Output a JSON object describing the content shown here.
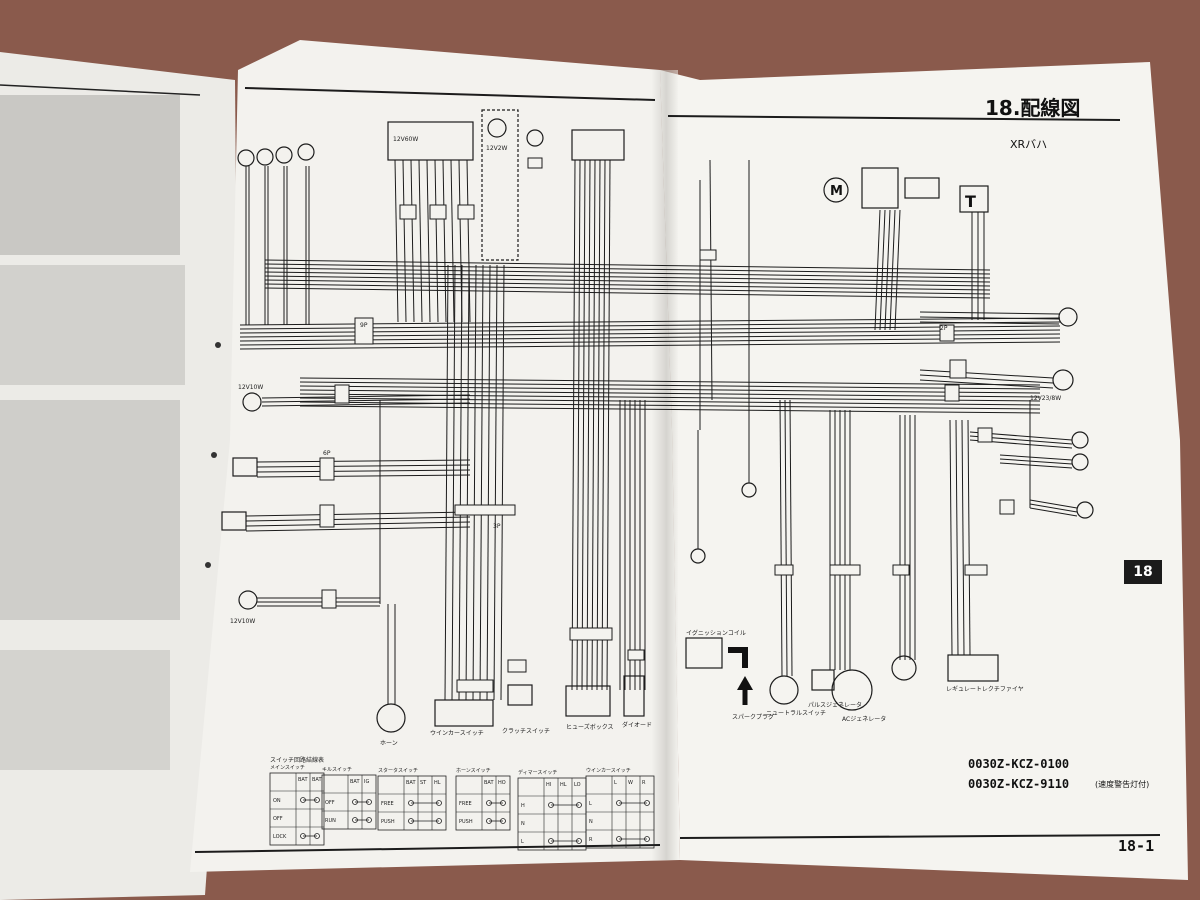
{
  "page": {
    "title": "18.配線図",
    "model": "XRバハ",
    "part_number_1": "0030Z-KCZ-0100",
    "part_number_2": "0030Z-KCZ-9110",
    "part_number_2_note": "(速度警告灯付)",
    "page_number": "18-1",
    "section_tab": "18"
  },
  "diagram": {
    "top_labels": [
      "12V60W",
      "12V2W"
    ],
    "connector_labels": [
      "9P",
      "6P",
      "3P",
      "2P"
    ],
    "side_labels": [
      "12V10W",
      "12V23/8W",
      "12V10W"
    ],
    "bottom_labels": [
      "ホーン",
      "ウインカースイッチ",
      "クラッチスイッチ",
      "ヒューズボックス",
      "ダイオード",
      "スパークプラグ",
      "ニュートラルスイッチ",
      "パルスジェネレータ",
      "ACジェネレータ",
      "レギュレートレクチファイヤ",
      "イグニッションコイル"
    ]
  },
  "switch_tables": {
    "heading": "スイッチ回路結線表",
    "tables": [
      {
        "name": "メインスイッチ",
        "cols": [
          "BAT",
          "BAT"
        ],
        "rows": [
          "ON",
          "OFF",
          "LOCK"
        ]
      },
      {
        "name": "キルスイッチ",
        "cols": [
          "BAT",
          "IG"
        ],
        "rows": [
          "OFF",
          "RUN"
        ]
      },
      {
        "name": "スタータスイッチ",
        "cols": [
          "BAT",
          "ST",
          "HL"
        ],
        "rows": [
          "FREE",
          "PUSH"
        ]
      },
      {
        "name": "ホーンスイッチ",
        "cols": [
          "BAT",
          "HO"
        ],
        "rows": [
          "FREE",
          "PUSH"
        ]
      },
      {
        "name": "ディマースイッチ",
        "cols": [
          "HI",
          "HL",
          "LO"
        ],
        "rows": [
          "H",
          "N",
          "L"
        ]
      },
      {
        "name": "ウインカースイッチ",
        "cols": [
          "L",
          "W",
          "R"
        ],
        "rows": [
          "L",
          "N",
          "R"
        ]
      }
    ]
  },
  "colors": {
    "background": "#8a5a4c",
    "paper": "#f4f3ef",
    "ink": "#1c1c1c",
    "tab": "#1b1b1b"
  }
}
